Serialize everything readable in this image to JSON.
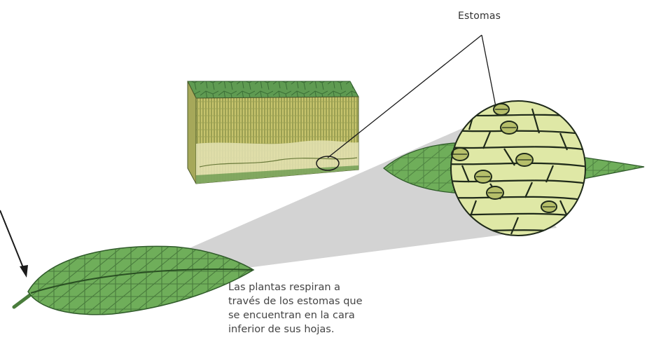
{
  "labels": {
    "stomata": "Estomas"
  },
  "caption": {
    "lines": [
      "Las plantas respiran a",
      "través de los estomas que",
      "se encuentran en la cara",
      "inferior de sus hojas."
    ]
  },
  "colors": {
    "leaf_green": "#6fae5a",
    "leaf_vein": "#2f5a2a",
    "cell_fill": "#dfe8a6",
    "cell_wall": "#1f2a1a",
    "block_top": "#5e9a52",
    "block_side": "#c9c46a",
    "projection": "#d4d4d4"
  }
}
